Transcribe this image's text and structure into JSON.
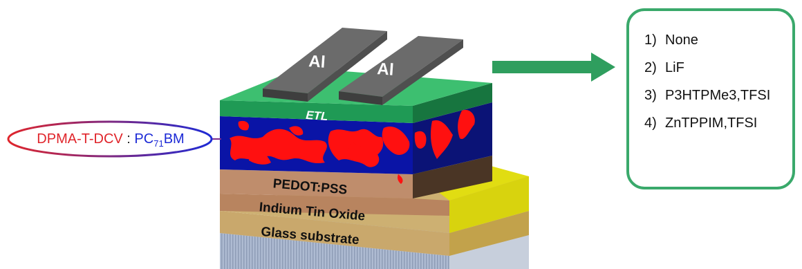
{
  "device": {
    "electrode_label_1": "Al",
    "electrode_label_2": "Al",
    "layers": {
      "etl": "ETL",
      "pedot": "PEDOT:PSS",
      "ito": "Indium Tin Oxide",
      "glass": "Glass substrate"
    }
  },
  "active_layer": {
    "donor": "DPMA-T-DCV",
    "separator": " : ",
    "acceptor_prefix": "PC",
    "acceptor_subscript": "71",
    "acceptor_suffix": "BM"
  },
  "etl_options": [
    {
      "number": "1)",
      "label": "None"
    },
    {
      "number": "2)",
      "label": "LiF"
    },
    {
      "number": "3)",
      "label": "P3HTPMe3,TFSI"
    },
    {
      "number": "4)",
      "label": "ZnTPPIM,TFSI"
    }
  ],
  "colors": {
    "glass": "#a9b7cf",
    "ito": "#c9a86c",
    "ito_top": "#dcdc10",
    "pedot": "#bf8d6c",
    "active": "#0a14a6",
    "donor_phase": "#ff1010",
    "etl": "#1f9a55",
    "etl_top": "#3dbf70",
    "electrode": "#6b6b6b",
    "arrow": "#2f9e5e",
    "box_border": "#3aa96b"
  }
}
